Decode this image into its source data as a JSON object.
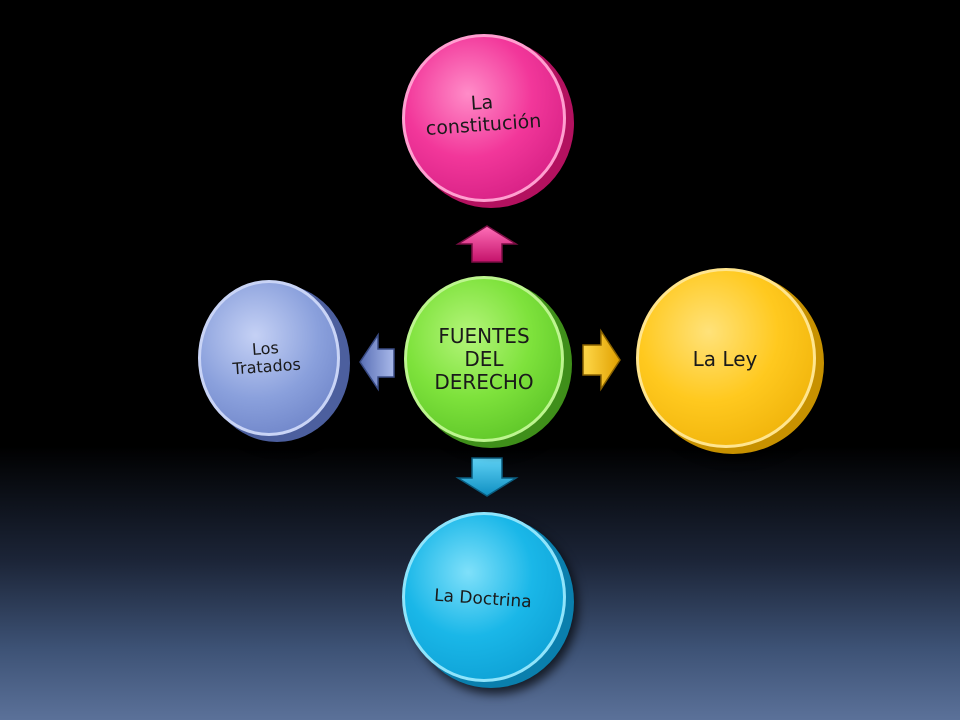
{
  "diagram": {
    "center": {
      "label_lines": [
        "FUENTES",
        "DEL",
        "DERECHO"
      ],
      "color": "#7ee23c"
    },
    "top": {
      "label_lines": [
        "La",
        "constitución"
      ],
      "color": "#f2379a"
    },
    "right": {
      "label_lines": [
        "La Ley"
      ],
      "color": "#ffc91f"
    },
    "bottom": {
      "label_lines": [
        "La Doctrina"
      ],
      "color": "#1ab7e8"
    },
    "left": {
      "label_lines": [
        "Los",
        "Tratados"
      ],
      "color": "#8aa0dc"
    }
  },
  "edges": [
    {
      "from": "center",
      "to": "top",
      "color": "#e8227f"
    },
    {
      "from": "center",
      "to": "right",
      "color": "#f2b400"
    },
    {
      "from": "center",
      "to": "bottom",
      "color": "#1aa8dc"
    },
    {
      "from": "center",
      "to": "left",
      "color": "#6f86c9"
    }
  ]
}
